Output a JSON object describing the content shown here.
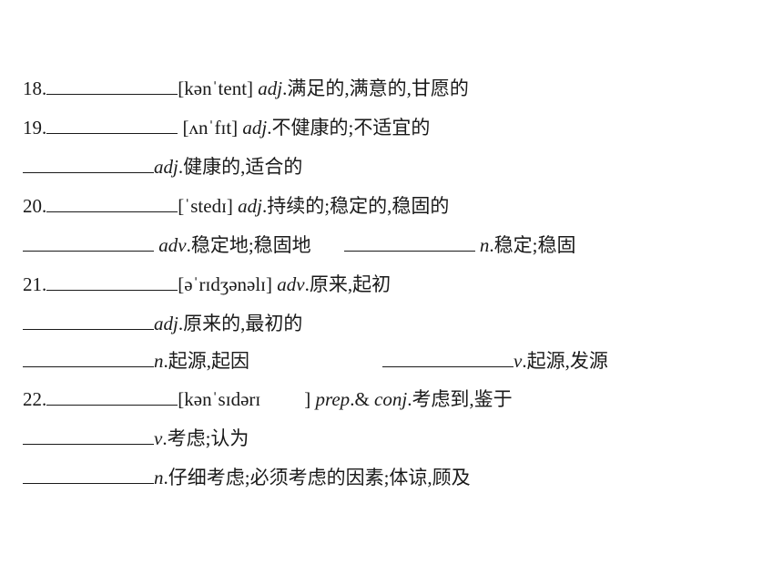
{
  "entries": [
    {
      "num": "18.",
      "ipa": "[kənˈtent]",
      "pos": "adj",
      "def": "满足的,满意的,甘愿的"
    },
    {
      "num": "19.",
      "ipa": "[ʌnˈfɪt]",
      "pos": "adj",
      "def": "不健康的;不适宜的"
    },
    {
      "pos": "adj",
      "def": "健康的,适合的"
    },
    {
      "num": "20.",
      "ipa": "[ˈstedɪ]",
      "pos": "adj",
      "def": "持续的;稳定的,稳固的"
    },
    {
      "pos": "adv",
      "def": "稳定地;稳固地",
      "pos2": "n",
      "def2": "稳定;稳固"
    },
    {
      "num": "21.",
      "ipa": "[əˈrɪdʒənəlɪ]",
      "pos": "adv",
      "def": "原来,起初"
    },
    {
      "pos": "adj",
      "def": "原来的,最初的"
    },
    {
      "pos": "n",
      "def": "起源,起因",
      "pos2": "v",
      "def2": "起源,发源"
    },
    {
      "num": "22.",
      "ipa_open": "[kənˈsɪdərɪ",
      "ipa_close": "]",
      "pos": "prep",
      "amp": "& ",
      "pos_b": "conj",
      "def": "考虑到,鉴于"
    },
    {
      "pos": "v",
      "def": "考虑;认为"
    },
    {
      "pos": "n",
      "def": "仔细考虑;必须考虑的因素;体谅,顾及"
    }
  ],
  "dot": "."
}
